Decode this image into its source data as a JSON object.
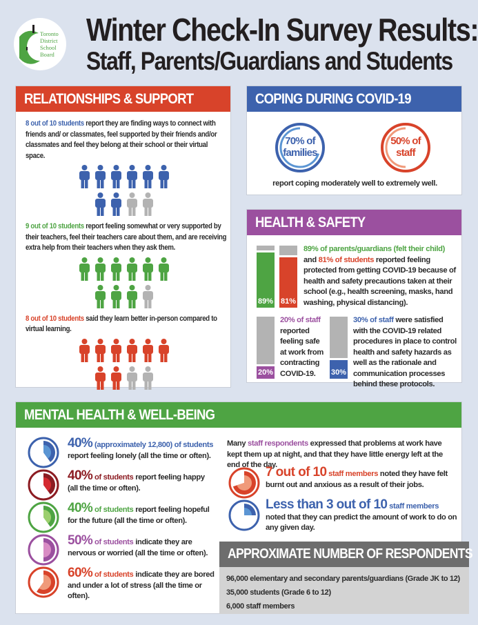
{
  "logo": {
    "lines": [
      "Toronto",
      "District",
      "School",
      "Board"
    ]
  },
  "title": {
    "line1": "Winter Check-In Survey Results:",
    "line2": "Staff, Parents/Guardians and Students"
  },
  "colors": {
    "red": "#d8432a",
    "blue": "#3d62ad",
    "green": "#4ea443",
    "purple": "#9b509f",
    "gray": "#b3b3b3",
    "darkred": "#8c1c22",
    "orange": "#d8432a"
  },
  "relationships": {
    "header": "RELATIONSHIPS & SUPPORT",
    "items": [
      {
        "highlight": "8 out of 10 students",
        "text": " report they are finding ways to connect with friends and/ or classmates, feel supported by their friends and/or classmates and feel they belong at their school or their virtual space.",
        "filled": 8,
        "total": 10,
        "color": "#3d62ad"
      },
      {
        "highlight": "9 out of 10 students",
        "text": " report feeling somewhat or very supported by their teachers, feel their teachers care about them, and are receiving extra help from their teachers when they ask them.",
        "filled": 9,
        "total": 10,
        "color": "#4ea443"
      },
      {
        "highlight": "8 out of 10 students",
        "text": " said they learn better in-person compared to virtual learning.",
        "filled": 8,
        "total": 10,
        "color": "#d8432a"
      }
    ]
  },
  "coping": {
    "header": "COPING DURING COVID-19",
    "rings": [
      {
        "label1": "70% of",
        "label2": "families",
        "percent": 70,
        "color": "#3d62ad",
        "light": "#5b95d3"
      },
      {
        "label1": "50% of",
        "label2": "staff",
        "percent": 50,
        "color": "#d8432a",
        "light": "#f09a7a"
      }
    ],
    "caption": "report coping moderately well to extremely well."
  },
  "health": {
    "header": "HEALTH & SAFETY",
    "bars": [
      {
        "label": "89%",
        "percent": 89,
        "color": "#4ea443"
      },
      {
        "label": "81%",
        "percent": 81,
        "color": "#d8432a"
      },
      {
        "label": "20%",
        "percent": 20,
        "color": "#9b509f"
      },
      {
        "label": "30%",
        "percent": 30,
        "color": "#3d62ad"
      }
    ],
    "text1": {
      "h1": "89% of parents/guardians (felt their child)",
      "mid": " and ",
      "h2": "81% of students",
      "rest": " reported feeling protected from getting COVID-19 because of health and safety precautions taken at their school (e.g., health screening, masks, hand washing, physical distancing)."
    },
    "text2": {
      "highlight": "20% of staff",
      "rest": " reported feeling safe at work from contracting COVID-19."
    },
    "text3": {
      "highlight": "30% of staff",
      "rest": " were satisfied with the COVID-19 related procedures in place to control health and safety hazards as well as the rationale and communication processes behind these protocols."
    }
  },
  "mental": {
    "header": "MENTAL HEALTH & WELL-BEING",
    "items": [
      {
        "pct": "40%",
        "sub": " (approximately 12,800) of students",
        "rest": " report feeling lonely (all the time or often).",
        "percent": 40,
        "color": "#3d62ad",
        "light": "#5b95d3"
      },
      {
        "pct": "40%",
        "sub": " of students",
        "rest": " report feeling happy (all the time or often).",
        "percent": 40,
        "color": "#8c1c22",
        "light": "#d42a30"
      },
      {
        "pct": "40%",
        "sub": " of students",
        "rest": " report feeling hopeful for the future (all the time or often).",
        "percent": 40,
        "color": "#4ea443",
        "light": "#9ccf6e"
      },
      {
        "pct": "50%",
        "sub": " of students",
        "rest": " indicate they are nervous or worried (all the time or often).",
        "percent": 50,
        "color": "#9b509f",
        "light": "#d98cc4"
      },
      {
        "pct": "60%",
        "sub": " of students",
        "rest": " indicate they are bored and under a lot of stress (all the time or often).",
        "percent": 60,
        "color": "#d8432a",
        "light": "#f09a7a"
      }
    ],
    "staff_intro": {
      "pre": "Many ",
      "highlight": "staff respondents",
      "rest": " expressed that problems at work have kept them up at night, and that they have little energy left at the end of the day."
    },
    "staff_items": [
      {
        "big": "7 out of 10",
        "sub": " staff members",
        "rest": " noted they have felt burnt out and anxious as a result of their jobs.",
        "percent": 70,
        "color": "#d8432a",
        "light": "#f09a7a"
      },
      {
        "big": "Less than 3 out of 10",
        "sub": " staff members",
        "rest": " noted that they can predict the amount of work to do on any given day.",
        "percent": 25,
        "color": "#3d62ad",
        "light": "#5b95d3"
      }
    ]
  },
  "respondents": {
    "header": "APPROXIMATE NUMBER OF RESPONDENTS",
    "lines": [
      "96,000 elementary and secondary parents/guardians (Grade JK to 12)",
      "35,000 students (Grade 6 to 12)",
      "6,000 staff members"
    ]
  }
}
